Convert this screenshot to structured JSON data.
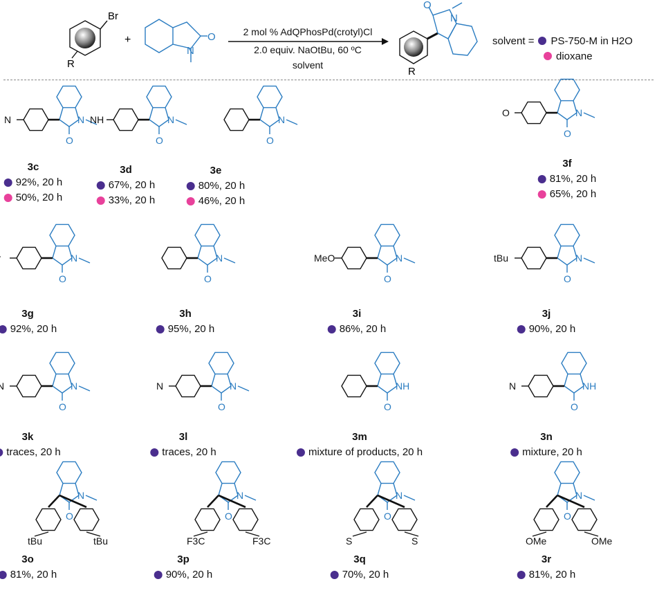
{
  "colors": {
    "core": "#2a7cc1",
    "ps750m": "#4a2e8e",
    "dioxane": "#e8419b",
    "aryl": "#111111"
  },
  "scheme": {
    "reactant1_labels": {
      "br": "Br",
      "r": "R"
    },
    "reactant2_labels": {
      "o": "O",
      "n": "N"
    },
    "plus": "+",
    "conditions": [
      "2 mol % AdQPhosPd(crotyl)Cl",
      "2.0 equiv. NaOtBu, 60 ºC",
      "solvent"
    ],
    "product_labels": {
      "o": "O",
      "n": "N",
      "r": "R"
    },
    "legend": {
      "prefix": "solvent =",
      "items": [
        {
          "key": "ps750m",
          "label": "PS-750-M in H2O"
        },
        {
          "key": "dioxane",
          "label": "dioxane"
        }
      ]
    }
  },
  "compounds": [
    {
      "id": "3c",
      "aryl_label": "N",
      "yields": [
        {
          "solvent": "ps750m",
          "text": "92%, 20 h"
        },
        {
          "solvent": "dioxane",
          "text": "50%, 20 h"
        }
      ]
    },
    {
      "id": "3d",
      "aryl_label": "NH",
      "yields": [
        {
          "solvent": "ps750m",
          "text": "67%, 20 h"
        },
        {
          "solvent": "dioxane",
          "text": "33%, 20 h"
        }
      ]
    },
    {
      "id": "3e",
      "aryl_label": "",
      "yields": [
        {
          "solvent": "ps750m",
          "text": "80%, 20 h"
        },
        {
          "solvent": "dioxane",
          "text": "46%, 20 h"
        }
      ]
    },
    {
      "id": "3f",
      "aryl_label": "O",
      "yields": [
        {
          "solvent": "ps750m",
          "text": "81%, 20 h"
        },
        {
          "solvent": "dioxane",
          "text": "65%, 20 h"
        }
      ]
    },
    {
      "id": "3g",
      "aryl_label": "iPr",
      "yields": [
        {
          "solvent": "ps750m",
          "text": "92%, 20 h"
        }
      ]
    },
    {
      "id": "3h",
      "aryl_label": "",
      "yields": [
        {
          "solvent": "ps750m",
          "text": "95%, 20 h"
        }
      ]
    },
    {
      "id": "3i",
      "aryl_label": "MeO",
      "yields": [
        {
          "solvent": "ps750m",
          "text": "86%, 20 h"
        }
      ]
    },
    {
      "id": "3j",
      "aryl_label": "tBu",
      "yields": [
        {
          "solvent": "ps750m",
          "text": "90%, 20 h"
        }
      ]
    },
    {
      "id": "3k",
      "aryl_label": "N",
      "yields": [
        {
          "solvent": "ps750m",
          "text": "traces, 20 h"
        }
      ]
    },
    {
      "id": "3l",
      "aryl_label": "N",
      "yields": [
        {
          "solvent": "ps750m",
          "text": "traces, 20 h"
        }
      ]
    },
    {
      "id": "3m",
      "aryl_label": "",
      "yields": [
        {
          "solvent": "ps750m",
          "text": "mixture of products, 20 h"
        }
      ]
    },
    {
      "id": "3n",
      "aryl_label": "N",
      "yields": [
        {
          "solvent": "ps750m",
          "text": "mixture, 20 h"
        }
      ]
    },
    {
      "id": "3o",
      "aryl_label": "tBu",
      "yields": [
        {
          "solvent": "ps750m",
          "text": "81%, 20 h"
        }
      ]
    },
    {
      "id": "3p",
      "aryl_label": "F3C",
      "yields": [
        {
          "solvent": "ps750m",
          "text": "90%, 20 h"
        }
      ]
    },
    {
      "id": "3q",
      "aryl_label": "S",
      "yields": [
        {
          "solvent": "ps750m",
          "text": "70%, 20 h"
        }
      ]
    },
    {
      "id": "3r",
      "aryl_label": "OMe",
      "yields": [
        {
          "solvent": "ps750m",
          "text": "81%, 20 h"
        }
      ]
    }
  ]
}
